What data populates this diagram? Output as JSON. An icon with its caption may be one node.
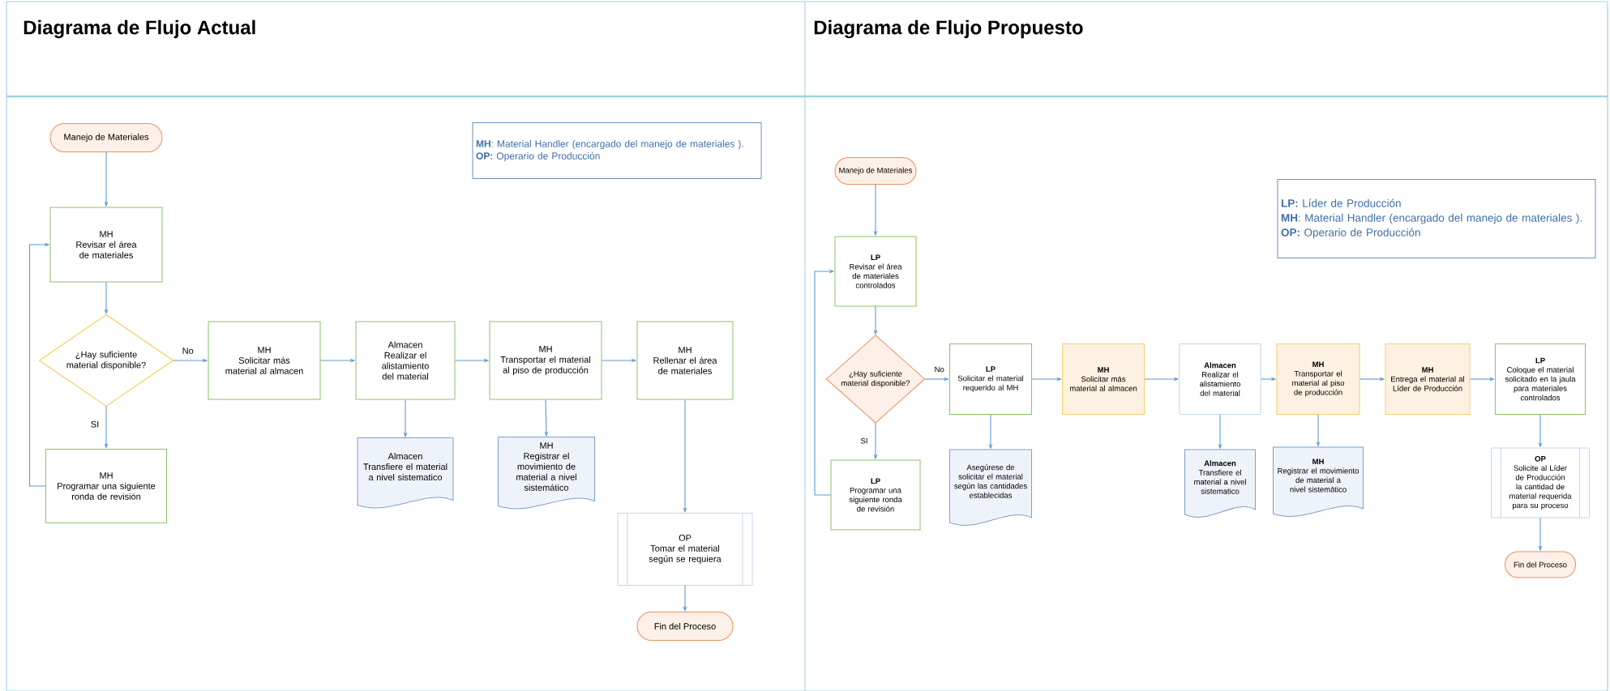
{
  "diagram": {
    "nodes": [
      {
        "text": [
          "Manejo de Materiales"
        ]
      },
      {
        "text": [
          "**MH**: Material Handler (encargado del manejo de materiales ).",
          "**OP:** Operario de Producción"
        ]
      },
      {
        "text": [
          "MH",
          "Revisar el área de materiales"
        ]
      },
      {
        "text": [
          "¿Hay suficiente material disponible?"
        ]
      },
      {
        "text": [
          "MH",
          "Solicitar más material al almacen"
        ]
      },
      {
        "text": [
          "Almacen",
          "Realizar el alistamiento del material"
        ]
      },
      {
        "text": [
          "MH",
          "Transportar el material al piso de producción"
        ]
      },
      {
        "text": [
          "MH",
          "Rellenar el área de materiales"
        ]
      },
      {
        "text": [
          "MH",
          "Programar una siguiente ronda de revisión"
        ]
      },
      {
        "text": [
          "Almacen",
          "Transfiere el material a nivel sistematico"
        ]
      },
      {
        "text": [
          "MH",
          "Registrar el movimiento de material a nivel sistemático"
        ]
      },
      {
        "text": [
          "OP",
          "Tomar el material según se requiera"
        ]
      },
      {
        "text": [
          "Fin del Proceso"
        ]
      },
      {
        "text": [
          "Manejo de Materiales"
        ]
      },
      {
        "text": [
          "**LP:** Líder de Producción",
          "**MH**: Material Handler (encargado del manejo de materiales ).",
          "**OP:** Operario de Producción"
        ]
      },
      {
        "text": [
          "LP",
          "Revisar el área de materiales controlados"
        ]
      },
      {
        "text": [
          "¿Hay suficiente material disponible?"
        ]
      },
      {
        "text": [
          "LP",
          "Solicitar el material requerido al MH"
        ]
      },
      {
        "text": [
          "MH",
          "Solicitar más material al almacen"
        ]
      },
      {
        "text": [
          "Almacen",
          "Realizar el alistamiento del material"
        ]
      },
      {
        "text": [
          "MH",
          "Transportar el material al piso de producción"
        ]
      },
      {
        "text": [
          "MH",
          "Entrega el material al Líder de Producción"
        ]
      },
      {
        "text": [
          "LP",
          "Coloque el material solicitado en la jaula para materiales controlados"
        ]
      },
      {
        "text": [
          "LP",
          "Programar una siguiente ronda de revisión"
        ]
      },
      {
        "text": [
          "Asegúrese de solicitar el material según las cantidades establecidas"
        ]
      },
      {
        "text": [
          "Almacen",
          "Transfiere el material a nivel sistematico"
        ]
      },
      {
        "text": [
          "MH",
          "Registrar el movimiento de material a nivel sistemático"
        ]
      },
      {
        "text": [
          "OP",
          "Solicite al Líder de Producción la cantidad de material requerida para su proceso"
        ]
      },
      {
        "text": [
          "Fin del Proceso"
        ]
      }
    ],
    "edges": [
      {
        "from": 0,
        "to": 2,
        "arrow": "to"
      },
      {
        "from": 2,
        "to": 3,
        "arrow": "to"
      },
      {
        "from": 3,
        "to": 4,
        "arrow": "to",
        "label": "No"
      },
      {
        "from": 3,
        "to": 8,
        "arrow": "to",
        "label": "SI"
      },
      {
        "from": 8,
        "to": 2,
        "arrow": "to"
      },
      {
        "from": 4,
        "to": 5,
        "arrow": "to"
      },
      {
        "from": 5,
        "to": 6,
        "arrow": "to"
      },
      {
        "from": 6,
        "to": 7,
        "arrow": "to"
      },
      {
        "from": 5,
        "to": 9,
        "arrow": "to"
      },
      {
        "from": 6,
        "to": 10,
        "arrow": "to"
      },
      {
        "from": 7,
        "to": 11,
        "arrow": "to"
      },
      {
        "from": 11,
        "to": 12,
        "arrow": "to"
      },
      {
        "from": 13,
        "to": 15,
        "arrow": "to"
      },
      {
        "from": 15,
        "to": 16,
        "arrow": "to"
      },
      {
        "from": 16,
        "to": 17,
        "arrow": "to",
        "label": "No"
      },
      {
        "from": 16,
        "to": 23,
        "arrow": "to",
        "label": "SI"
      },
      {
        "from": 23,
        "to": 15,
        "arrow": "to"
      },
      {
        "from": 17,
        "to": 18,
        "arrow": "to"
      },
      {
        "from": 18,
        "to": 19,
        "arrow": "to"
      },
      {
        "from": 19,
        "to": 20,
        "arrow": "to"
      },
      {
        "from": 20,
        "to": 21,
        "arrow": "to"
      },
      {
        "from": 21,
        "to": 22,
        "arrow": "to"
      },
      {
        "from": 17,
        "to": 24,
        "arrow": "to"
      },
      {
        "from": 19,
        "to": 25,
        "arrow": "to"
      },
      {
        "from": 20,
        "to": 26,
        "arrow": "to"
      },
      {
        "from": 22,
        "to": 27,
        "arrow": "to"
      },
      {
        "from": 27,
        "to": 28,
        "arrow": "to"
      }
    ],
    "labels": [
      "Diagrama de Flujo Actual",
      "Diagrama de Flujo Propuesto"
    ]
  }
}
